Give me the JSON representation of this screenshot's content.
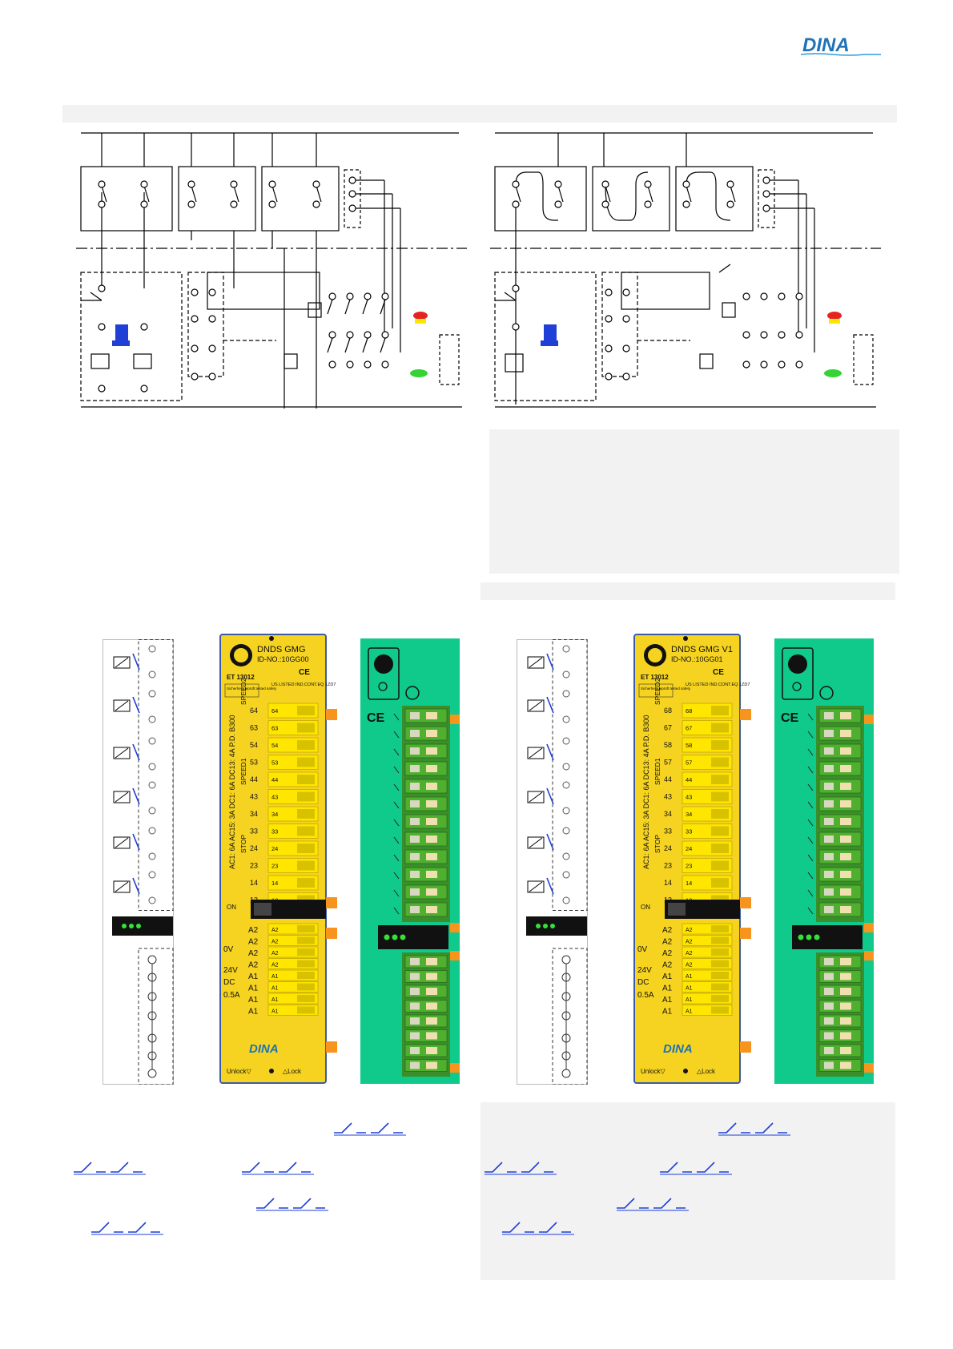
{
  "brand": {
    "logo_text": "DINA",
    "primary_color": "#1f72b8",
    "accent_color": "#2d9be0"
  },
  "modules": [
    {
      "name": "DNDS GMG",
      "id_no": "ID-NO.:10GG00",
      "top_terminals": [
        "64",
        "63",
        "54",
        "53",
        "44",
        "43",
        "34",
        "33",
        "24",
        "23",
        "14",
        "13"
      ],
      "side_labels": [
        "64",
        "63",
        "54",
        "53",
        "44",
        "43",
        "34",
        "33",
        "24",
        "23",
        "14",
        "13"
      ]
    },
    {
      "name": "DNDS GMG V1",
      "id_no": "ID-NO.:10GG01",
      "top_terminals": [
        "68",
        "67",
        "58",
        "57",
        "44",
        "43",
        "34",
        "33",
        "24",
        "23",
        "14",
        "13"
      ],
      "side_labels": [
        "68",
        "67",
        "58",
        "57",
        "44",
        "43",
        "34",
        "33",
        "24",
        "23",
        "14",
        "13"
      ]
    }
  ],
  "module_common": {
    "cert": "ET 13012",
    "cert_small": "Sicherheit geprüft tested safety",
    "ul": "US LISTED IND.CONT.EQ 1ZD7",
    "ce": "CE",
    "vertical_rating": "AC1: 6A AC15: 3A   DC1: 6A DC13: 4A   P.D. B300",
    "group_labels": [
      "STOP",
      "SPEED1",
      "SPEED2"
    ],
    "on_label": "ON",
    "bottom_terminals": [
      "A2",
      "A2",
      "A2",
      "A2",
      "A1",
      "A1",
      "A1",
      "A1"
    ],
    "power_labels": [
      "A2",
      "A2",
      "A2",
      "A2",
      "A1",
      "A1",
      "A1",
      "A1"
    ],
    "power_text": [
      "0V",
      "24V",
      "DC",
      "0.5A"
    ],
    "unlock": "Unlock",
    "lock": "Lock",
    "logo": "DINA"
  },
  "colors": {
    "module_yellow": "#f5d320",
    "terminal_yellow": "#ffe600",
    "green_pcb": "#0fca8a",
    "pcb_dark": "#3a8f2a",
    "orange": "#f7941d",
    "led_green": "#37e037",
    "estop_red": "#e52421",
    "estop_yellow": "#ffe600",
    "start_green": "#35d335",
    "dashed": "#333333"
  }
}
